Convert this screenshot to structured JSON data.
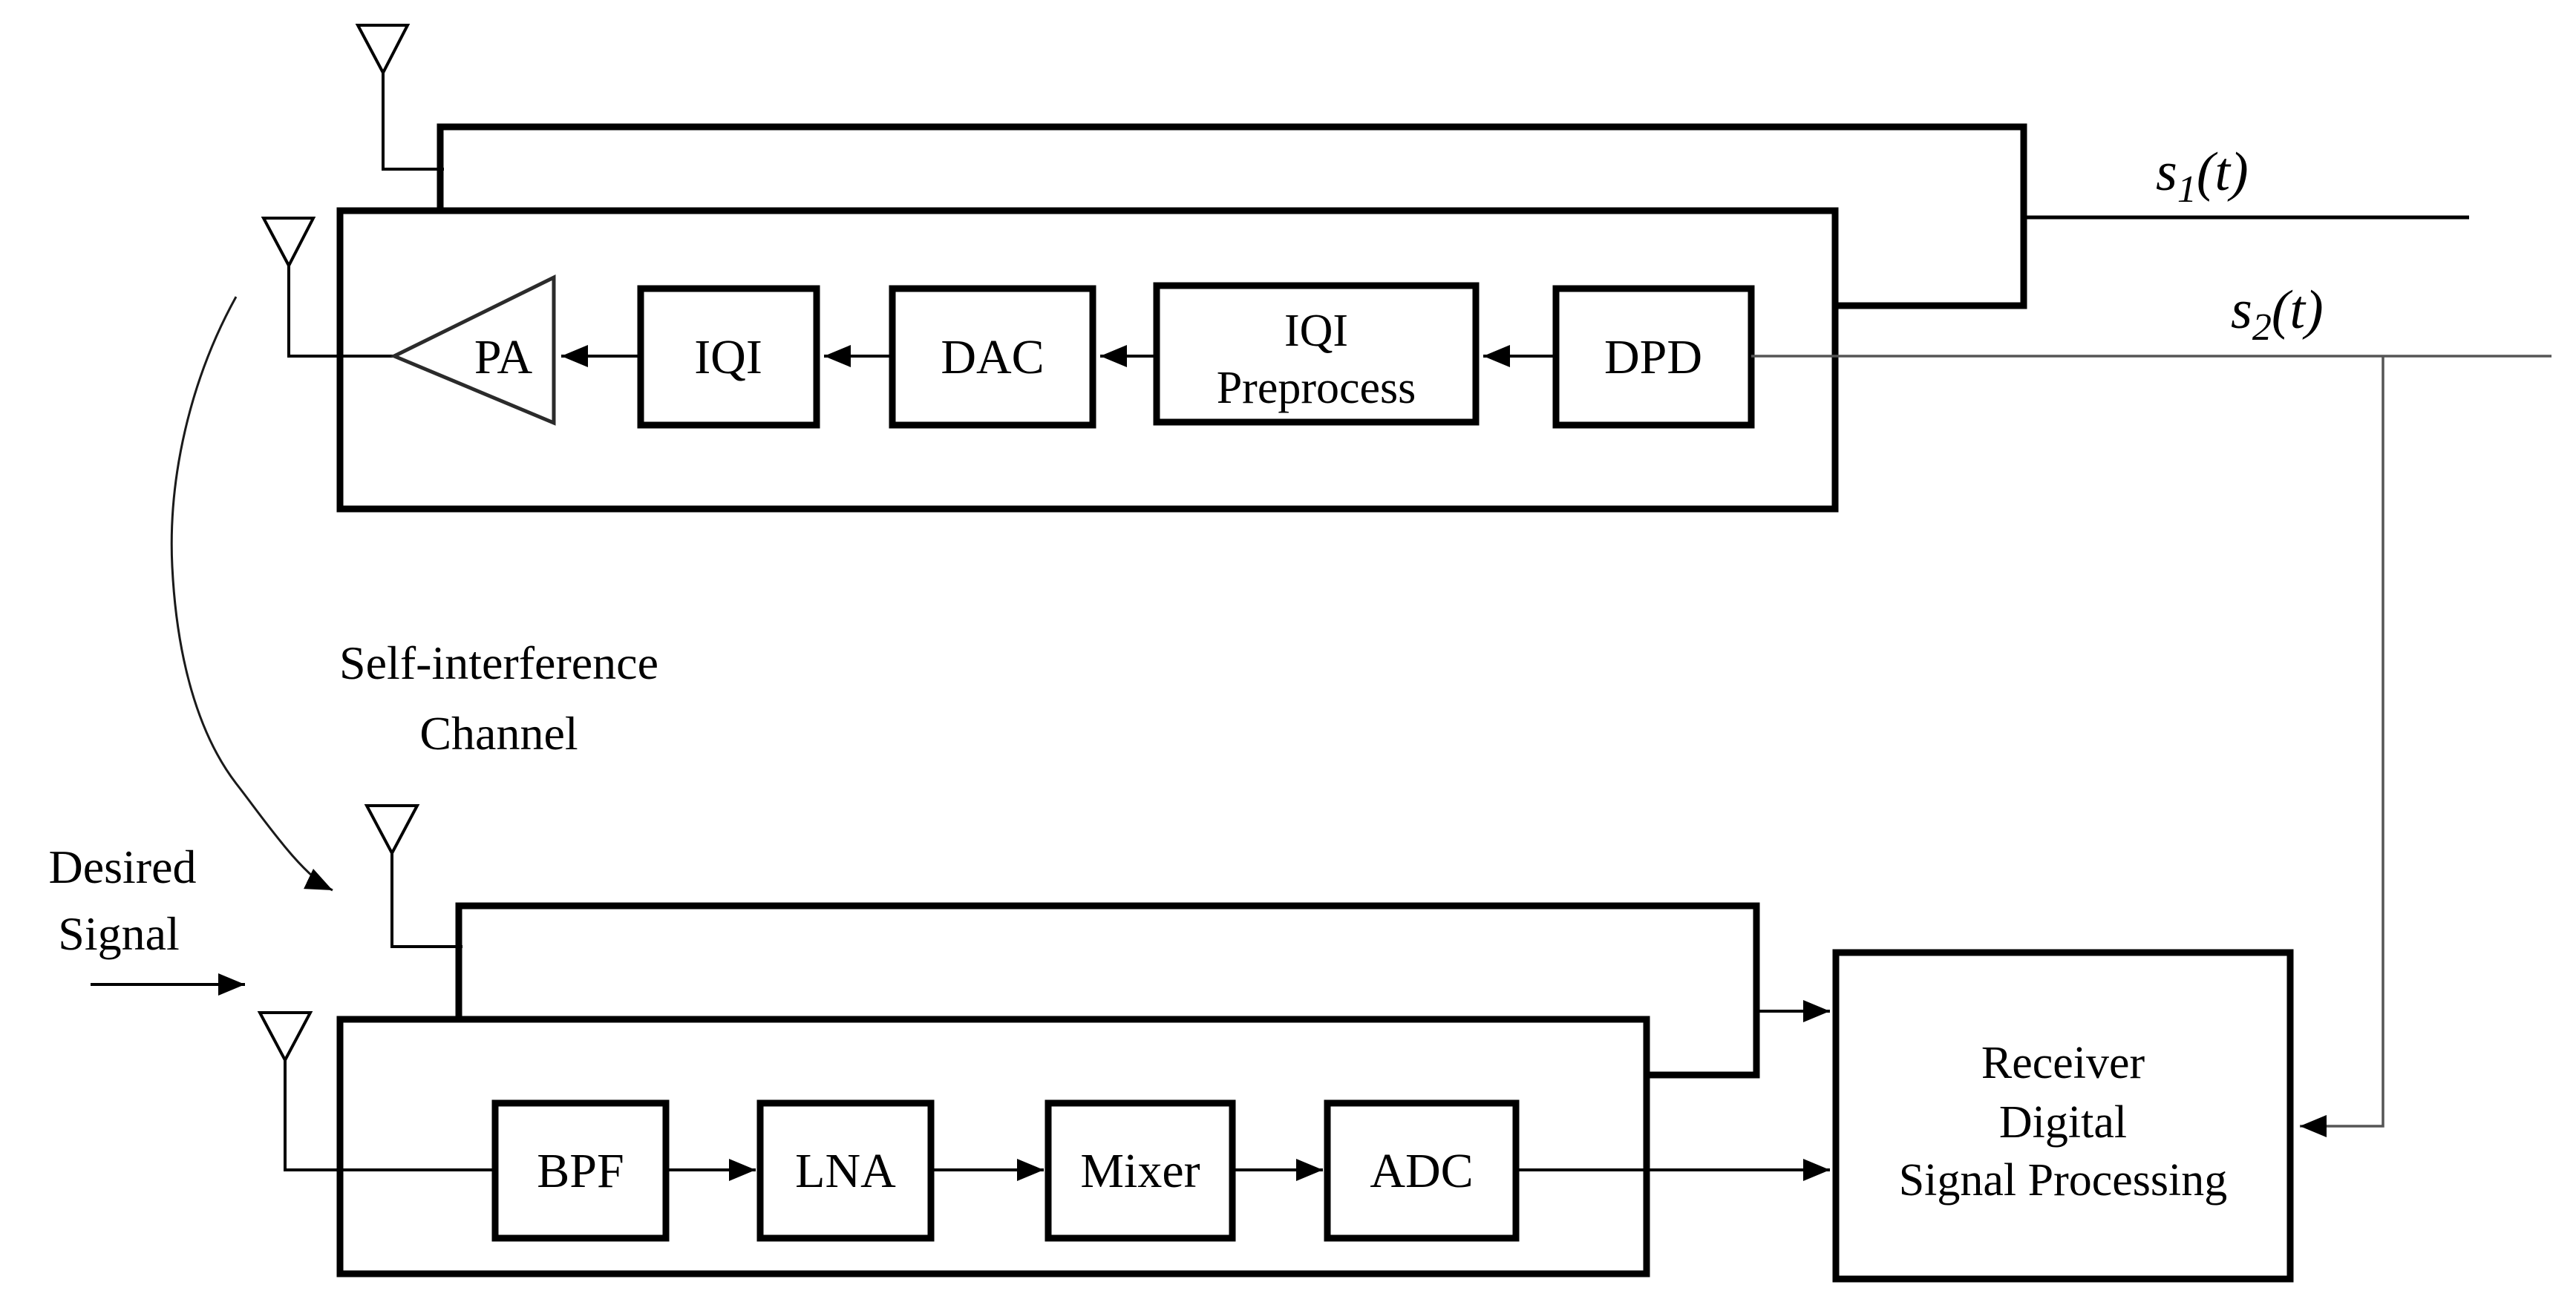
{
  "transmitter": {
    "pa": "PA",
    "iqi": "IQI",
    "dac": "DAC",
    "iqi_preprocess": [
      "IQI",
      "Preprocess"
    ],
    "dpd": "DPD"
  },
  "receiver_chain": {
    "bpf": "BPF",
    "lna": "LNA",
    "mixer": "Mixer",
    "adc": "ADC"
  },
  "dsp_box": {
    "lines": [
      "Receiver",
      "Digital",
      "Signal Processing"
    ]
  },
  "signals": {
    "s1": {
      "base": "s",
      "sub": "1",
      "arg": "(t)"
    },
    "s2": {
      "base": "s",
      "sub": "2",
      "arg": "(t)"
    }
  },
  "annotations": {
    "self_interference": [
      "Self-interference",
      "Channel"
    ],
    "desired": [
      "Desired",
      "Signal"
    ]
  },
  "colors": {
    "ink": "#000000",
    "thin_line": "#555555",
    "background": "#ffffff"
  }
}
